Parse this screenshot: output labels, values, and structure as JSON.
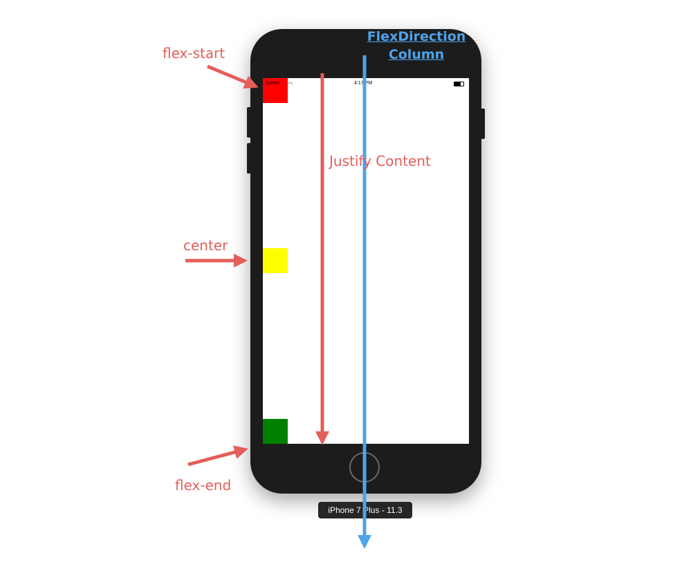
{
  "annotations": {
    "flex_start": "flex-start",
    "center": "center",
    "flex_end": "flex-end",
    "justify": "Justify Content",
    "flex_direction_line1": "FlexDirection",
    "flex_direction_line2": "Column"
  },
  "status_bar": {
    "carrier": "Carrier",
    "time": "4:17 PM"
  },
  "device_label": "iPhone 7 Plus - 11.3",
  "colors": {
    "annotation": "#e45e5a",
    "flex_direction": "#4ea3ea",
    "box_top": "#ff0000",
    "box_center": "#ffff00",
    "box_bottom": "#008000"
  }
}
